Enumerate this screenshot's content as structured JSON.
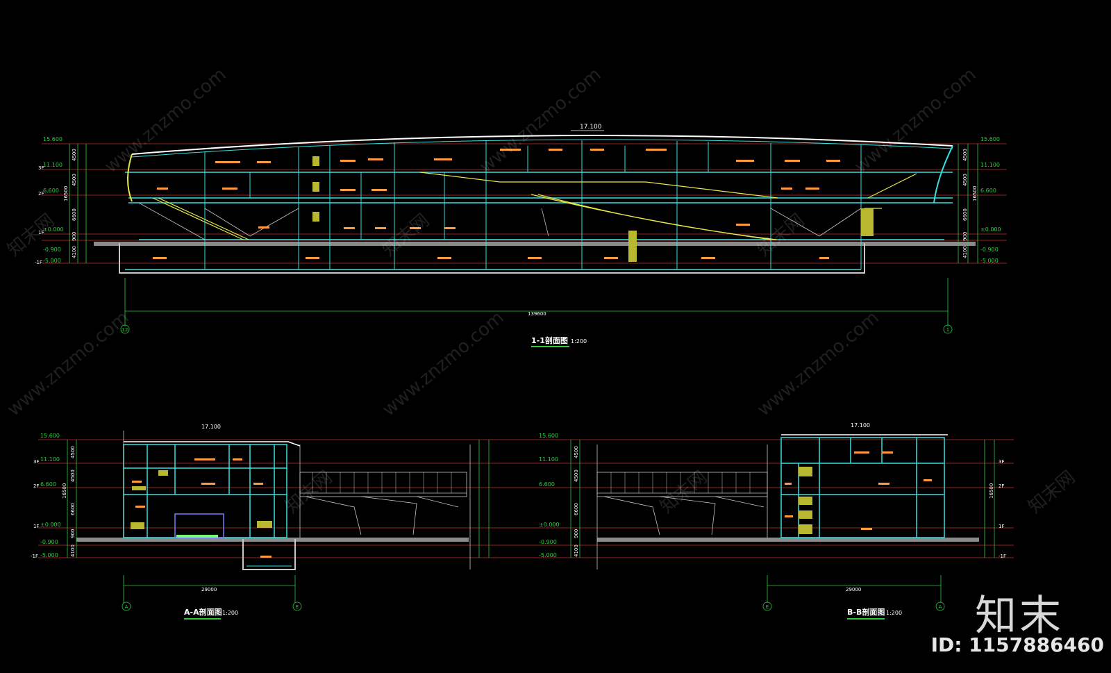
{
  "colors": {
    "background": "#000000",
    "wall": "#35e0e0",
    "roof": "#ffffff",
    "stair": "#e8e84a",
    "dim": "#2ecc40",
    "grid": "#c83030",
    "label": "#ff9a40",
    "slab": "#c7c7c7"
  },
  "watermark": {
    "text": "www.znzmo.com",
    "cn": "知末网"
  },
  "section_1_1": {
    "title": "1-1剖面图",
    "scale": "1:200",
    "top_elev": "17.100",
    "total_dim": "139600",
    "axis_left": "12",
    "axis_right": "1",
    "left_elevations": [
      "15.600",
      "11.100",
      "6.600",
      "±0.000",
      "-0.900",
      "-5.000"
    ],
    "right_elevations": [
      "15.600",
      "11.100",
      "6.600",
      "±0.000",
      "-0.900",
      "-5.000"
    ],
    "floor_tags": [
      "3F",
      "2F",
      "1F",
      "-1F"
    ],
    "left_dims": [
      "4500",
      "4500",
      "6600",
      "900",
      "4100",
      "16500"
    ],
    "right_dims": [
      "4500",
      "4500",
      "6600",
      "900",
      "4100",
      "16500"
    ]
  },
  "section_a_a": {
    "title": "A-A剖面图",
    "scale": "1:200",
    "top_elev": "17.100",
    "total_dim": "29000",
    "axis_left": "A",
    "axis_right": "E",
    "elevations": [
      "15.600",
      "11.100",
      "6.600",
      "±0.000",
      "-0.900",
      "-5.000"
    ],
    "floor_tags": [
      "3F",
      "2F",
      "1F",
      "-1F"
    ],
    "dims": [
      "4500",
      "4500",
      "6600",
      "900",
      "4100",
      "16500"
    ]
  },
  "section_b_b": {
    "title": "B-B剖面图",
    "scale": "1:200",
    "top_elev": "17.100",
    "total_dim": "29000",
    "axis_left": "E",
    "axis_right": "A",
    "elevations": [
      "15.600",
      "11.100",
      "6.600",
      "±0.000",
      "-0.900",
      "-5.000"
    ],
    "floor_tags": [
      "3F",
      "2F",
      "1F",
      "-1F"
    ],
    "dims": [
      "4500",
      "4500",
      "6600",
      "900",
      "4100",
      "16500"
    ]
  },
  "brand": "知末",
  "image_id": "ID: 1157886460"
}
